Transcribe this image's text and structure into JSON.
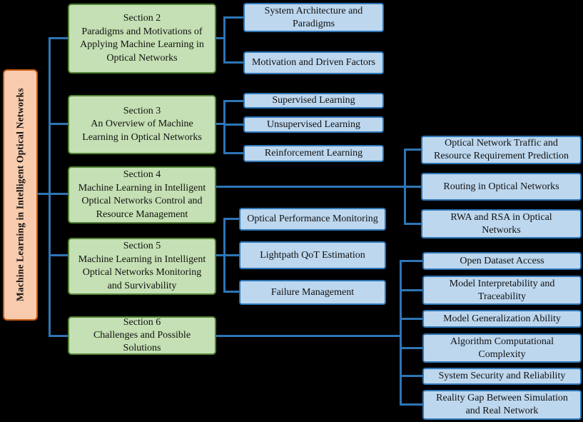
{
  "figure": {
    "background_color": "#000000",
    "connector_color": "#2E75B6",
    "root_fill": "#F8CBAD",
    "root_border": "#C55A11",
    "section_fill": "#C5E0B4",
    "section_border": "#538135",
    "topic_fill": "#BDD7EE",
    "topic_border": "#2E75B6"
  },
  "root": {
    "label": "Machine Learning in Intelligent Optical Networks"
  },
  "sections": {
    "s2": {
      "label": "Section 2\nParadigms and Motivations of\nApplying Machine Learning in\nOptical Networks"
    },
    "s3": {
      "label": "Section 3\nAn Overview of Machine\nLearning in Optical Networks"
    },
    "s4": {
      "label": "Section 4\nMachine Learning in Intelligent\nOptical Networks Control and\nResource Management"
    },
    "s5": {
      "label": "Section 5\nMachine Learning in Intelligent\nOptical Networks Monitoring\nand Survivability"
    },
    "s6": {
      "label": "Section 6\nChallenges and Possible\nSolutions"
    }
  },
  "topics": {
    "system_architecture": {
      "label": "System Architecture and\nParadigms"
    },
    "motivation": {
      "label": "Motivation and Driven Factors"
    },
    "supervised": {
      "label": "Supervised Learning"
    },
    "unsupervised": {
      "label": "Unsupervised Learning"
    },
    "reinforcement": {
      "label": "Reinforcement Learning"
    },
    "traffic_prediction": {
      "label": "Optical Network Traffic and\nResource Requirement Prediction"
    },
    "routing": {
      "label": "Routing in Optical Networks"
    },
    "rwa_rsa": {
      "label": "RWA and RSA in Optical\nNetworks"
    },
    "opm": {
      "label": "Optical Performance Monitoring"
    },
    "qot": {
      "label": "Lightpath QoT Estimation"
    },
    "failure": {
      "label": "Failure Management"
    },
    "open_dataset": {
      "label": "Open Dataset Access"
    },
    "interpretability": {
      "label": "Model Interpretability and\nTraceability"
    },
    "generalization": {
      "label": "Model Generalization Ability"
    },
    "complexity": {
      "label": "Algorithm Computational\nComplexity"
    },
    "security": {
      "label": "System Security and Reliability"
    },
    "reality_gap": {
      "label": "Reality Gap Between Simulation\nand Real Network"
    }
  }
}
